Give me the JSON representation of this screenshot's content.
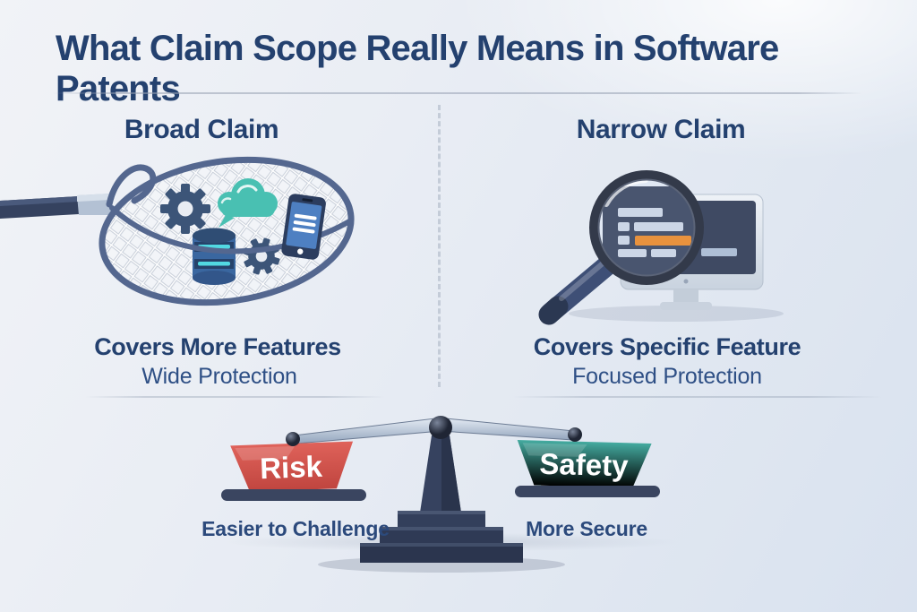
{
  "title": "What Claim Scope Really Means in Software Patents",
  "left_column": {
    "header": "Broad Claim",
    "caption": "Covers More Features",
    "subcaption": "Wide Protection",
    "illustration": "net-catching-software-icons"
  },
  "right_column": {
    "header": "Narrow Claim",
    "caption": "Covers Specific Feature",
    "subcaption": "Focused Protection",
    "illustration": "magnifier-inspecting-code-on-monitor"
  },
  "balance": {
    "left_pan_label": "Risk",
    "left_pan_annotation": "Easier to Challenge",
    "left_pan_color": "#d1544c",
    "right_pan_label": "Safety",
    "right_pan_annotation": "More Secure",
    "right_pan_color": "#349a90"
  },
  "colors": {
    "heading_navy": "#24416f",
    "body_navy": "#2e4f85",
    "scale_base_navy": "#2e3a55",
    "beam_silver": "#b9c6d7",
    "code_highlight_orange": "#e8923e",
    "cloud_teal": "#49c0b2",
    "screen_slate": "#3f4a63",
    "net_rim_blue": "#54678f"
  }
}
